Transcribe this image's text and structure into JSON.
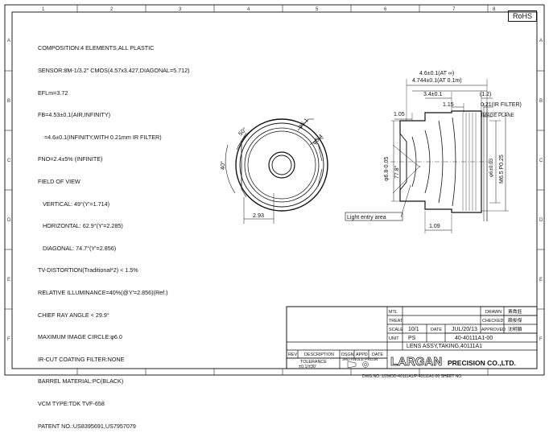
{
  "badge": "RoHS",
  "specs": [
    "COMPOSITION:4 ELEMENTS,ALL PLASTIC",
    "SENSOR:8M-1/3.2\" CMOS(4.57x3.427,DIAGONAL=5.712)",
    "EFLm=3.72",
    "FB=4.53±0.1(AIR,INFINITY)",
    "    =4.6±0.1(INFINITY,WITH 0.21mm IR FILTER)",
    "FNO=2.4±5% (INFINITE)",
    "FIELD OF VIEW",
    "   VERTICAL: 49°(Y'=1.714)",
    "   HORIZONTAL: 62.9°(Y'=2.285)",
    "   DIAGONAL: 74.7°(Y'=2.856)",
    "TV-DISTORTION(Traditional*2) < 1.5%",
    "RELATIVE ILLUMINANCE=40%(@Y'=2.856)(Ref.)",
    "CHIEF RAY ANGLE < 29.9°",
    "MAXIMUM IMAGE CIRCLE:φ6.0",
    "IR-CUT COATING FILTER:NONE",
    "BARREL MATERIAL:PC(BLACK)",
    "VCM TYPE:TDK TVF-658",
    "PATENT NO.:US8395691,US7957079"
  ],
  "grid_top": [
    "1",
    "2",
    "3",
    "4",
    "5",
    "6",
    "7",
    "8"
  ],
  "grid_side": [
    "A",
    "B",
    "C",
    "D",
    "E",
    "F"
  ],
  "front_view": {
    "dim_50": "50°",
    "dim_40": "40°",
    "dim_phi51": "φ5.1",
    "dim_phi54": "φ5.4",
    "dim_293": "2.93"
  },
  "side_view": {
    "fb_at_inf": "4.6±0.1(AT ∞)",
    "fb_at_01": "4.744±0.1(AT 0.1m)",
    "dim_34": "3.4±0.1",
    "dim_12": "(1.2)",
    "dim_105": "1.05",
    "dim_115": "1.15",
    "ir_filter": "0.21(IR FILTER)",
    "image_plane": "IMAGE PLANE",
    "dim_phi68": "φ6.8-0.05",
    "dim_778": "77.8°",
    "dim_phi6": "φ6±0.03",
    "dim_m65": "M6.5 P0.25",
    "light_entry": "Light entry area",
    "dim_109": "1.09"
  },
  "title_block": {
    "mtl_label": "MTL",
    "treat_label": "TREAT",
    "scale_label": "SCALE",
    "scale": "10/1",
    "date_label": "DATE",
    "date": "JUL/20/13",
    "unit_label": "UNIT",
    "unit": "PS",
    "drawing_no": "40-40111A1-00",
    "part_name": "LENS ASSY,TAKING,40111A1",
    "drawn_label": "DRAWN",
    "checked_label": "CHECKED",
    "approved_label": "APPROVED",
    "drawn_by": "黃喬鈺",
    "checked_by": "賴俊傑",
    "approved_by": "沈明穎",
    "rev_label": "REV",
    "desc_label": "DESCRIPTION",
    "dsgn_label": "DSGN",
    "appd_label": "APPD",
    "date2_label": "DATE",
    "tolerance_label": "TOLERANCE",
    "tolerance": "±0.1/±30'",
    "projection": "3RD ANGLE PROJN",
    "company_logo": "LARGAN",
    "company_rest": "PRECISION CO.,LTD.",
    "footer": "DWG.NO.:1/2MOD-40111A1/P-40111A1-00     SHEET NO."
  }
}
